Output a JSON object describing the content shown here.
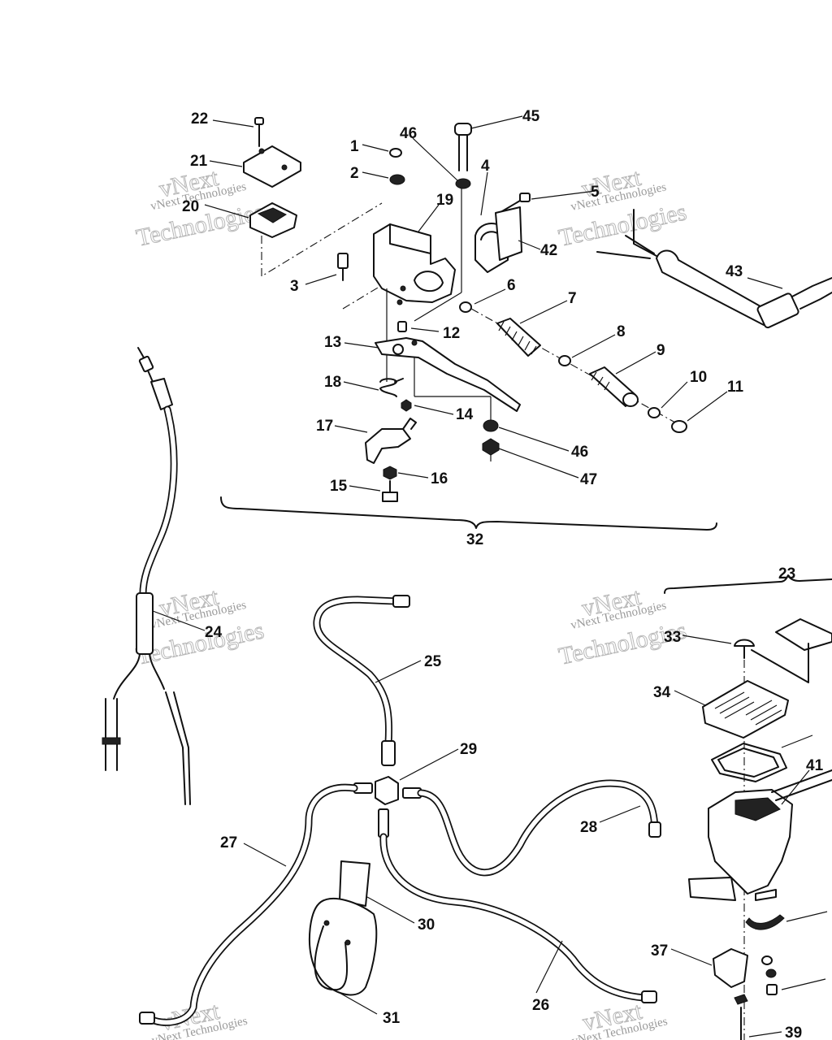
{
  "diagram": {
    "watermarks": {
      "line1": "vNext Technologies",
      "line2": "vNext",
      "line3": "Technologies"
    },
    "callouts": [
      {
        "id": "c22",
        "label": "22"
      },
      {
        "id": "c21",
        "label": "21"
      },
      {
        "id": "c20",
        "label": "20"
      },
      {
        "id": "c1",
        "label": "1"
      },
      {
        "id": "c2",
        "label": "2"
      },
      {
        "id": "c46a",
        "label": "46"
      },
      {
        "id": "c45",
        "label": "45"
      },
      {
        "id": "c4",
        "label": "4"
      },
      {
        "id": "c5",
        "label": "5"
      },
      {
        "id": "c19",
        "label": "19"
      },
      {
        "id": "c42",
        "label": "42"
      },
      {
        "id": "c43",
        "label": "43"
      },
      {
        "id": "c3",
        "label": "3"
      },
      {
        "id": "c6",
        "label": "6"
      },
      {
        "id": "c7",
        "label": "7"
      },
      {
        "id": "c12",
        "label": "12"
      },
      {
        "id": "c8",
        "label": "8"
      },
      {
        "id": "c9",
        "label": "9"
      },
      {
        "id": "c13",
        "label": "13"
      },
      {
        "id": "c10",
        "label": "10"
      },
      {
        "id": "c11",
        "label": "11"
      },
      {
        "id": "c18",
        "label": "18"
      },
      {
        "id": "c14",
        "label": "14"
      },
      {
        "id": "c17",
        "label": "17"
      },
      {
        "id": "c46b",
        "label": "46"
      },
      {
        "id": "c16",
        "label": "16"
      },
      {
        "id": "c47",
        "label": "47"
      },
      {
        "id": "c15",
        "label": "15"
      },
      {
        "id": "c32",
        "label": "32"
      },
      {
        "id": "c23",
        "label": "23"
      },
      {
        "id": "c24",
        "label": "24"
      },
      {
        "id": "c33",
        "label": "33"
      },
      {
        "id": "c25",
        "label": "25"
      },
      {
        "id": "c34",
        "label": "34"
      },
      {
        "id": "c29",
        "label": "29"
      },
      {
        "id": "c41",
        "label": "41"
      },
      {
        "id": "c28",
        "label": "28"
      },
      {
        "id": "c27",
        "label": "27"
      },
      {
        "id": "c30",
        "label": "30"
      },
      {
        "id": "c37",
        "label": "37"
      },
      {
        "id": "c26",
        "label": "26"
      },
      {
        "id": "c31",
        "label": "31"
      },
      {
        "id": "c39",
        "label": "39"
      }
    ]
  }
}
